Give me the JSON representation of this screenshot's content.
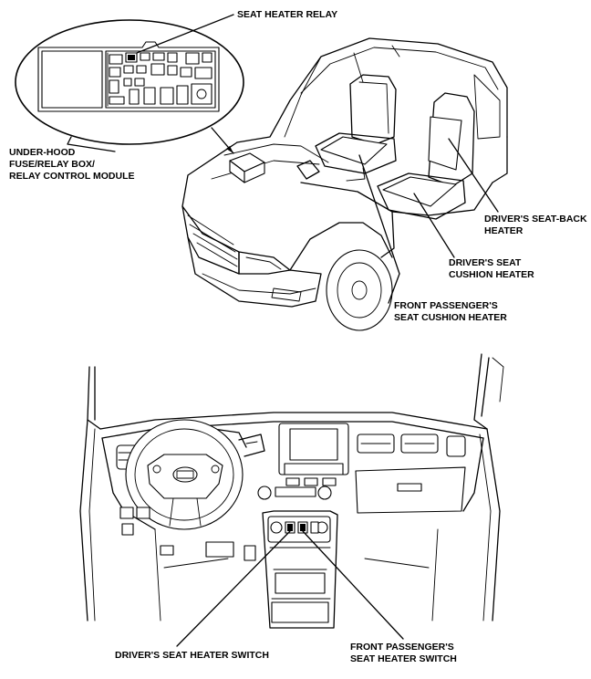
{
  "labels": {
    "seat_heater_relay": "SEAT HEATER RELAY",
    "under_hood_box": [
      "UNDER-HOOD",
      "FUSE/RELAY BOX/",
      "RELAY CONTROL MODULE"
    ],
    "drivers_seat_back_heater": [
      "DRIVER'S SEAT-BACK",
      "HEATER"
    ],
    "drivers_seat_cushion_heater": [
      "DRIVER'S SEAT",
      "CUSHION HEATER"
    ],
    "front_passengers_seat_cushion_heater": [
      "FRONT PASSENGER'S",
      "SEAT CUSHION HEATER"
    ],
    "drivers_seat_heater_switch": "DRIVER'S SEAT HEATER SWITCH",
    "front_passengers_seat_heater_switch": [
      "FRONT PASSENGER'S",
      "SEAT HEATER SWITCH"
    ]
  }
}
